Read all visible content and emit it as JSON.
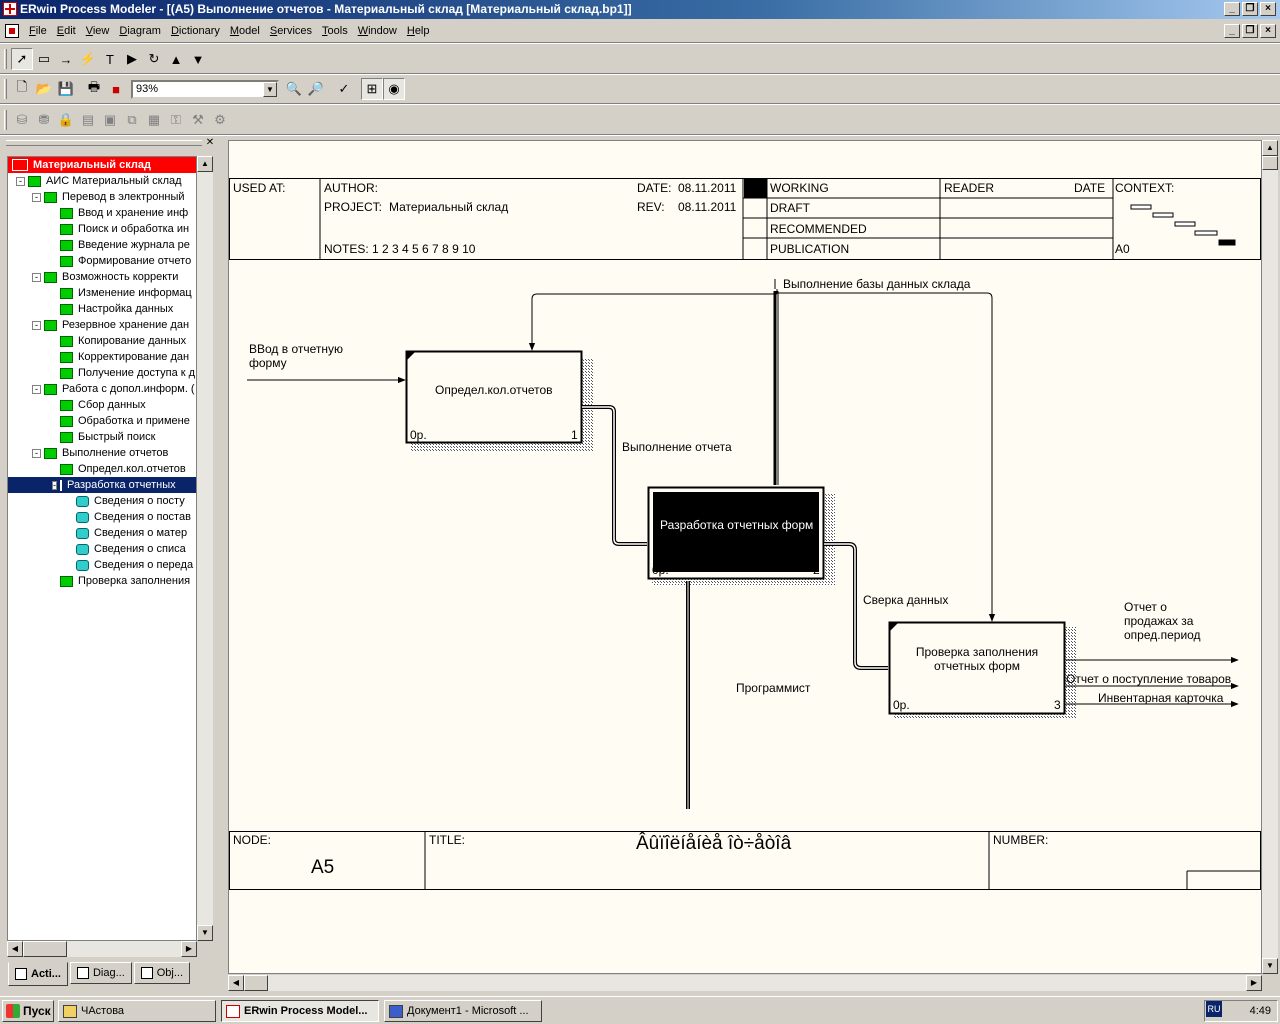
{
  "window": {
    "title": "ERwin Process Modeler - [(A5) Выполнение  отчетов - Материальный склад  [Материальный склад.bp1]]"
  },
  "menu": [
    "File",
    "Edit",
    "View",
    "Diagram",
    "Dictionary",
    "Model",
    "Services",
    "Tools",
    "Window",
    "Help"
  ],
  "toolbar": {
    "zoom": "93%"
  },
  "tree": {
    "root": "Материальный склад",
    "items": [
      {
        "label": "АИС Материальный склад",
        "level": 0,
        "icon": "green",
        "expander": "-"
      },
      {
        "label": "Перевод  в  электронный",
        "level": 1,
        "icon": "green",
        "expander": "-"
      },
      {
        "label": "Ввод и хранение  инф",
        "level": 2,
        "icon": "green"
      },
      {
        "label": "Поиск и обработка  ин",
        "level": 2,
        "icon": "green"
      },
      {
        "label": "Введение журнала  ре",
        "level": 2,
        "icon": "green"
      },
      {
        "label": "Формирование отчето",
        "level": 2,
        "icon": "green"
      },
      {
        "label": "Возможность  корректи",
        "level": 1,
        "icon": "green",
        "expander": "-"
      },
      {
        "label": "Изменение информац",
        "level": 2,
        "icon": "green"
      },
      {
        "label": "Настройка данных",
        "level": 2,
        "icon": "green"
      },
      {
        "label": "Резервное хранение  дан",
        "level": 1,
        "icon": "green",
        "expander": "-"
      },
      {
        "label": "Копирование  данных",
        "level": 2,
        "icon": "green"
      },
      {
        "label": "Корректирование дан",
        "level": 2,
        "icon": "green"
      },
      {
        "label": "Получение доступа к д",
        "level": 2,
        "icon": "green"
      },
      {
        "label": "Работа с допол.информ. (",
        "level": 1,
        "icon": "green",
        "expander": "-"
      },
      {
        "label": "Сбор данных",
        "level": 2,
        "icon": "green"
      },
      {
        "label": "Обработка и примене",
        "level": 2,
        "icon": "green"
      },
      {
        "label": "Быстрый поиск",
        "level": 2,
        "icon": "green"
      },
      {
        "label": "Выполнение  отчетов",
        "level": 1,
        "icon": "green",
        "expander": "-"
      },
      {
        "label": "Определ.кол.отчетов",
        "level": 2,
        "icon": "green"
      },
      {
        "label": "Разработка отчетных",
        "level": 2,
        "icon": "green",
        "expander": "-",
        "selected": true
      },
      {
        "label": "Сведения о  посту",
        "level": 3,
        "icon": "cyan"
      },
      {
        "label": "Сведения  о  постав",
        "level": 3,
        "icon": "cyan"
      },
      {
        "label": "Сведения о  матер",
        "level": 3,
        "icon": "cyan"
      },
      {
        "label": "Сведения о  списа",
        "level": 3,
        "icon": "cyan"
      },
      {
        "label": "Сведения о  переда",
        "level": 3,
        "icon": "cyan"
      },
      {
        "label": "Проверка заполнения",
        "level": 2,
        "icon": "green"
      }
    ],
    "tabs": [
      "Acti...",
      "Diag...",
      "Obj..."
    ]
  },
  "frame": {
    "used_at": "USED AT:",
    "author": "AUTHOR:",
    "project_label": "PROJECT:",
    "project": "Материальный склад",
    "date_label": "DATE:",
    "date": "08.11.2011",
    "rev_label": "REV:",
    "rev": "08.11.2011",
    "notes": "NOTES:  1  2  3  4  5  6  7  8  9  10",
    "status": [
      "WORKING",
      "DRAFT",
      "RECOMMENDED",
      "PUBLICATION"
    ],
    "reader": "READER",
    "reader_date": "DATE",
    "context": "CONTEXT:",
    "context_node": "A0",
    "node_label": "NODE:",
    "node": "A5",
    "title_label": "TITLE:",
    "title": "Âûïîëíåíèå  îò÷åòîâ",
    "number_label": "NUMBER:"
  },
  "diagram": {
    "boxes": [
      {
        "label": "Определ.кол.отчетов",
        "cost": "0р.",
        "num": "1"
      },
      {
        "label": "Разработка отчетных форм",
        "cost": "0р.",
        "num": "2"
      },
      {
        "label": "Проверка заполнения отчетных форм",
        "cost": "0р.",
        "num": "3"
      }
    ],
    "arrows": {
      "control": "Выполнение базы данных склада",
      "input": "ВВод в отчетную форму",
      "out1": "Выполнение отчета",
      "out2": "Сверка данных",
      "mechanism": "Программист",
      "o1": "Отчет о продажах за опред.период",
      "o2": "Отчет о поступление товаров",
      "o3": "Инвентарная карточка"
    }
  },
  "taskbar": {
    "start": "Пуск",
    "tasks": [
      "ЧАстова",
      "ERwin Process Model...",
      "Документ1 - Microsoft ..."
    ],
    "lang": "RU",
    "time": "4:49"
  }
}
